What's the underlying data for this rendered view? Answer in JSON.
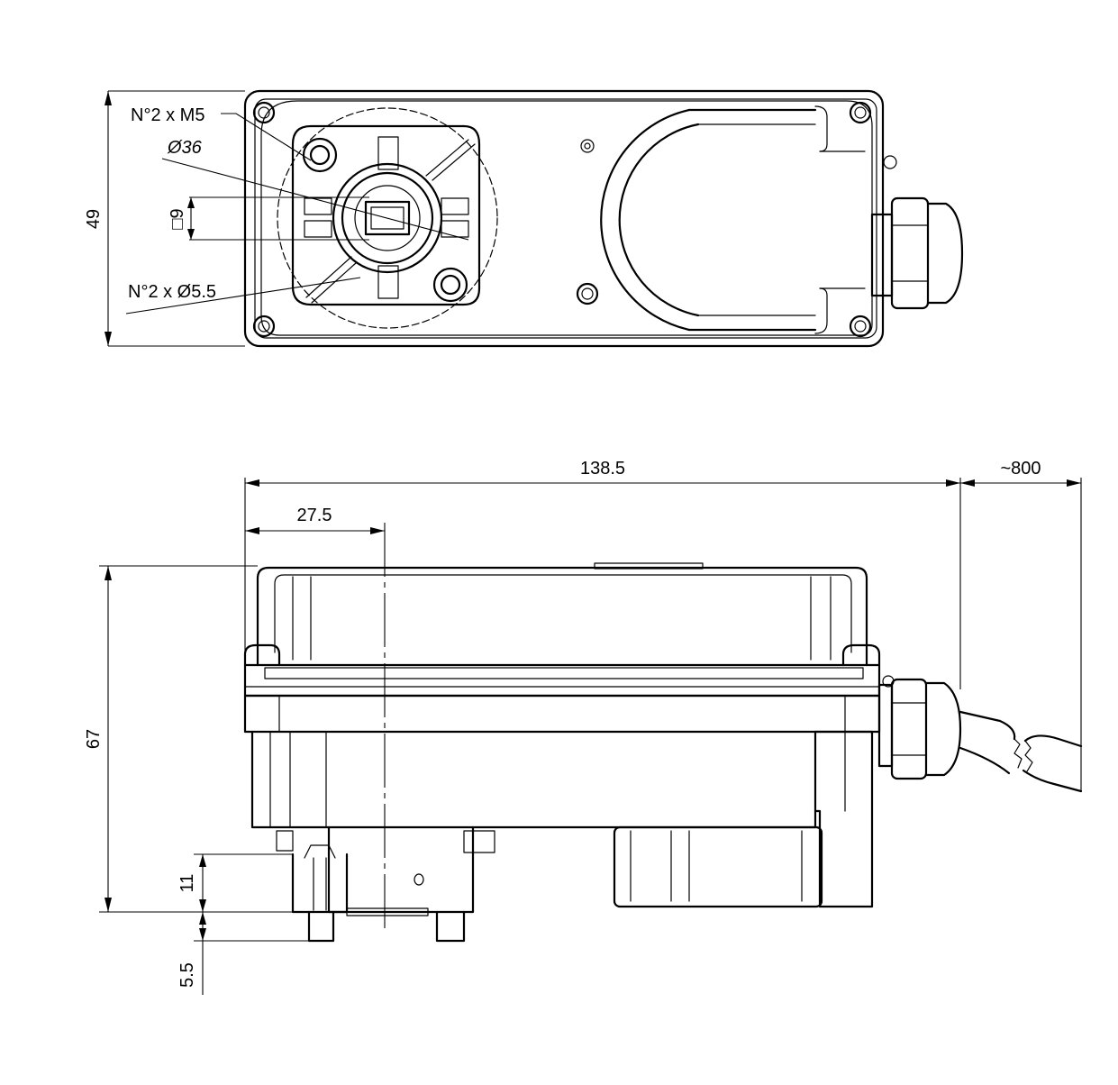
{
  "top_view": {
    "dim_height": "49",
    "label_bolts": "N°2 x M5",
    "label_diameter": "Ø36",
    "label_square": "□9",
    "label_holes": "N°2 x Ø5.5"
  },
  "side_view": {
    "dim_length": "138.5",
    "dim_cable": "~800",
    "dim_offset": "27.5",
    "dim_height": "67",
    "dim_shaft": "11",
    "dim_tip": "5.5"
  }
}
